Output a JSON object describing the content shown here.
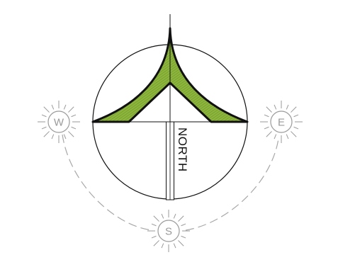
{
  "compass": {
    "north_label": "NORTH",
    "suns": [
      {
        "id": "west",
        "label": "W"
      },
      {
        "id": "south",
        "label": "S"
      },
      {
        "id": "east",
        "label": "E"
      }
    ]
  },
  "colors": {
    "needle_fill": "#8cb53c",
    "outline": "#111111",
    "sun_gray": "#9a9a9a",
    "path_dash": "#a8a8a8"
  }
}
